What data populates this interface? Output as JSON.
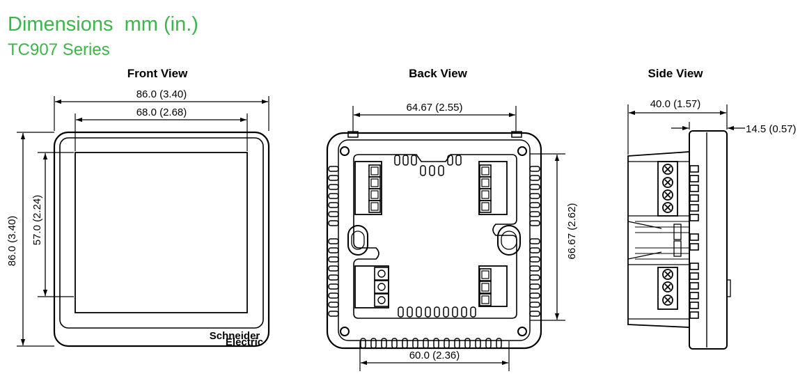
{
  "header": {
    "title": "Dimensions  mm (in.)",
    "series": "TC907 Series"
  },
  "views": {
    "front": {
      "label": "Front View",
      "overall_width": "86.0 (3.40)",
      "screen_width": "68.0 (2.68)",
      "overall_height": "86.0 (3.40)",
      "screen_height": "57.0 (2.24)",
      "logo_line1": "Schneider",
      "logo_line2": "Electric"
    },
    "back": {
      "label": "Back View",
      "top_width": "64.67 (2.55)",
      "bottom_width": "60.0 (2.36)",
      "height": "66.67 (2.62)"
    },
    "side": {
      "label": "Side View",
      "depth": "40.0 (1.57)",
      "front_depth": "14.5 (0.57)"
    }
  },
  "colors": {
    "heading": "#3db54a",
    "line": "#000000"
  }
}
